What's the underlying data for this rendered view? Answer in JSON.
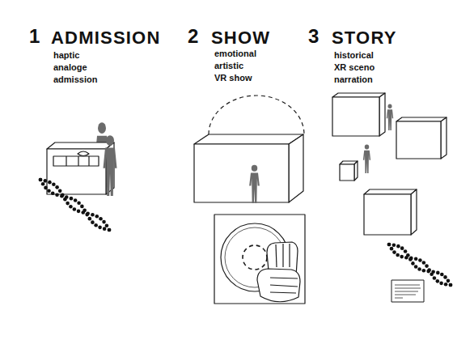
{
  "diagram": {
    "labels": [
      "1",
      "ADMISSION",
      "haptic analoge admission",
      "2",
      "SHOW",
      "emotional artistic VR show",
      "3",
      "STORY",
      "historical XR sceno narration"
    ]
  }
}
